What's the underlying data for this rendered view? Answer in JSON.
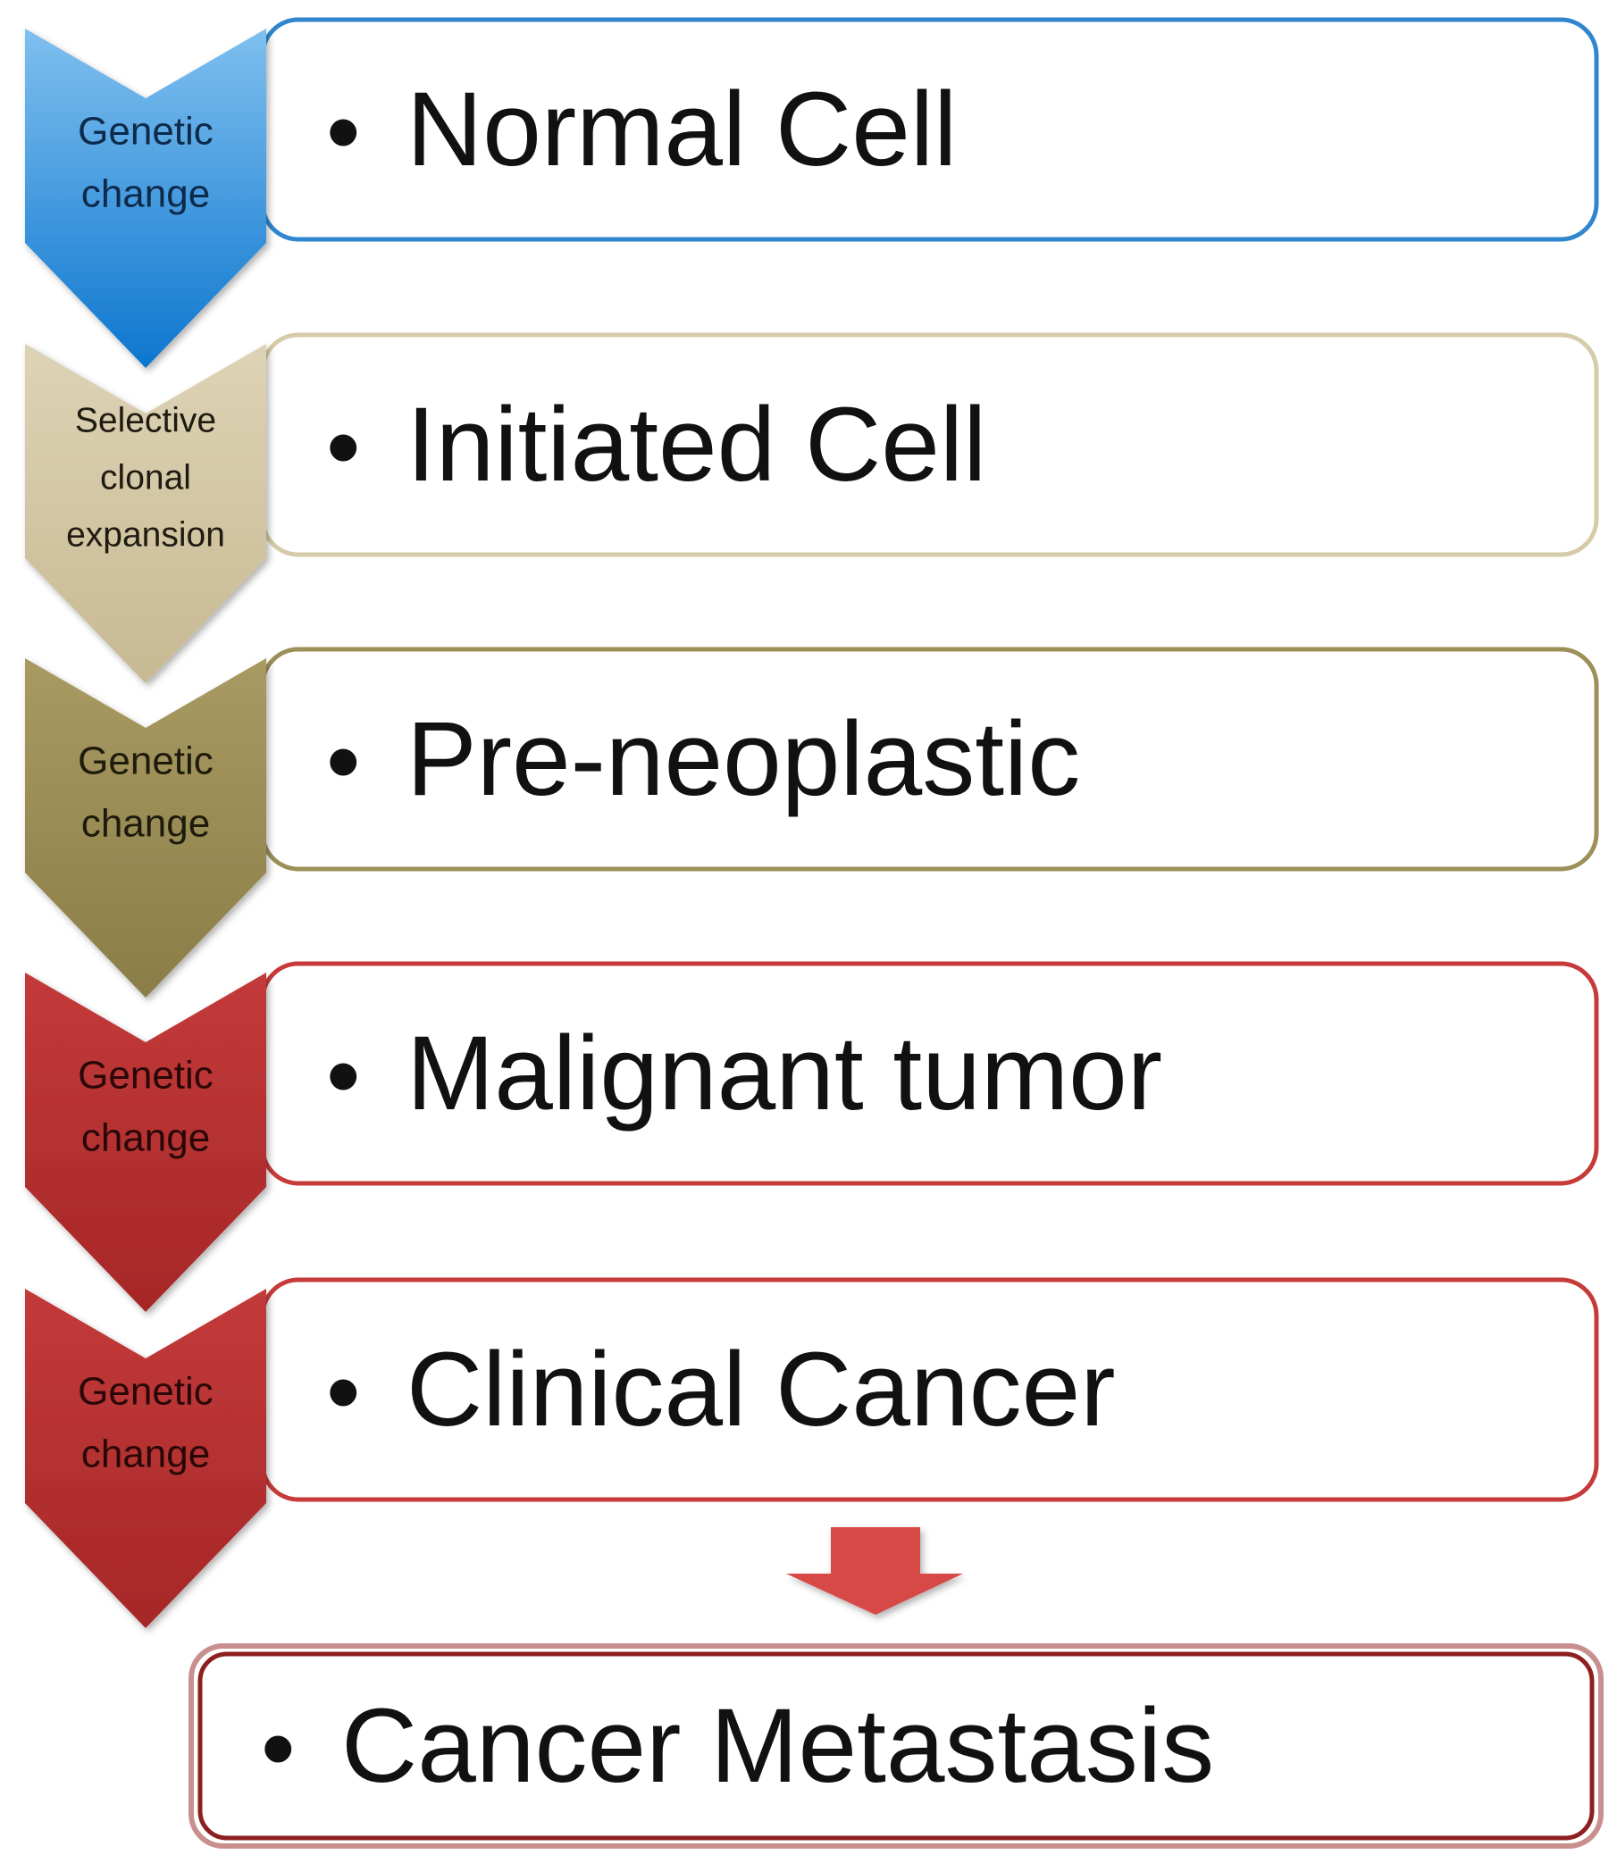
{
  "steps": [
    {
      "chevron_lines": [
        "Genetic",
        "change"
      ],
      "label": "Normal Cell",
      "colors": {
        "fill_top": "#7fc0ef",
        "fill_bottom": "#0d76cf",
        "border": "#2f86cf",
        "label_text": "#0d2a4a"
      }
    },
    {
      "chevron_lines": [
        "Selective",
        "clonal",
        "expansion"
      ],
      "label": "Initiated Cell",
      "colors": {
        "fill_top": "#ddd3b6",
        "fill_bottom": "#c7b992",
        "border": "#d6cba8",
        "label_text": "#1f1b10"
      }
    },
    {
      "chevron_lines": [
        "Genetic",
        "change"
      ],
      "label": "Pre-neoplastic",
      "colors": {
        "fill_top": "#a89a62",
        "fill_bottom": "#8b7d47",
        "border": "#9c8f57",
        "label_text": "#1f1b0c"
      }
    },
    {
      "chevron_lines": [
        "Genetic",
        "change"
      ],
      "label": "Malignant tumor",
      "colors": {
        "fill_top": "#c33a3a",
        "fill_bottom": "#a62727",
        "border": "#c73a3a",
        "label_text": "#2a0707"
      }
    },
    {
      "chevron_lines": [
        "Genetic",
        "change"
      ],
      "label": "Clinical Cancer",
      "colors": {
        "fill_top": "#c33a3a",
        "fill_bottom": "#a62727",
        "border": "#c73a3a",
        "label_text": "#2a0707"
      }
    }
  ],
  "final": {
    "label": "Cancer Metastasis",
    "colors": {
      "border_outer": "#c98f8f",
      "border_inner": "#8e1f1f",
      "arrow": "#d64a46"
    }
  },
  "bullet": "•"
}
